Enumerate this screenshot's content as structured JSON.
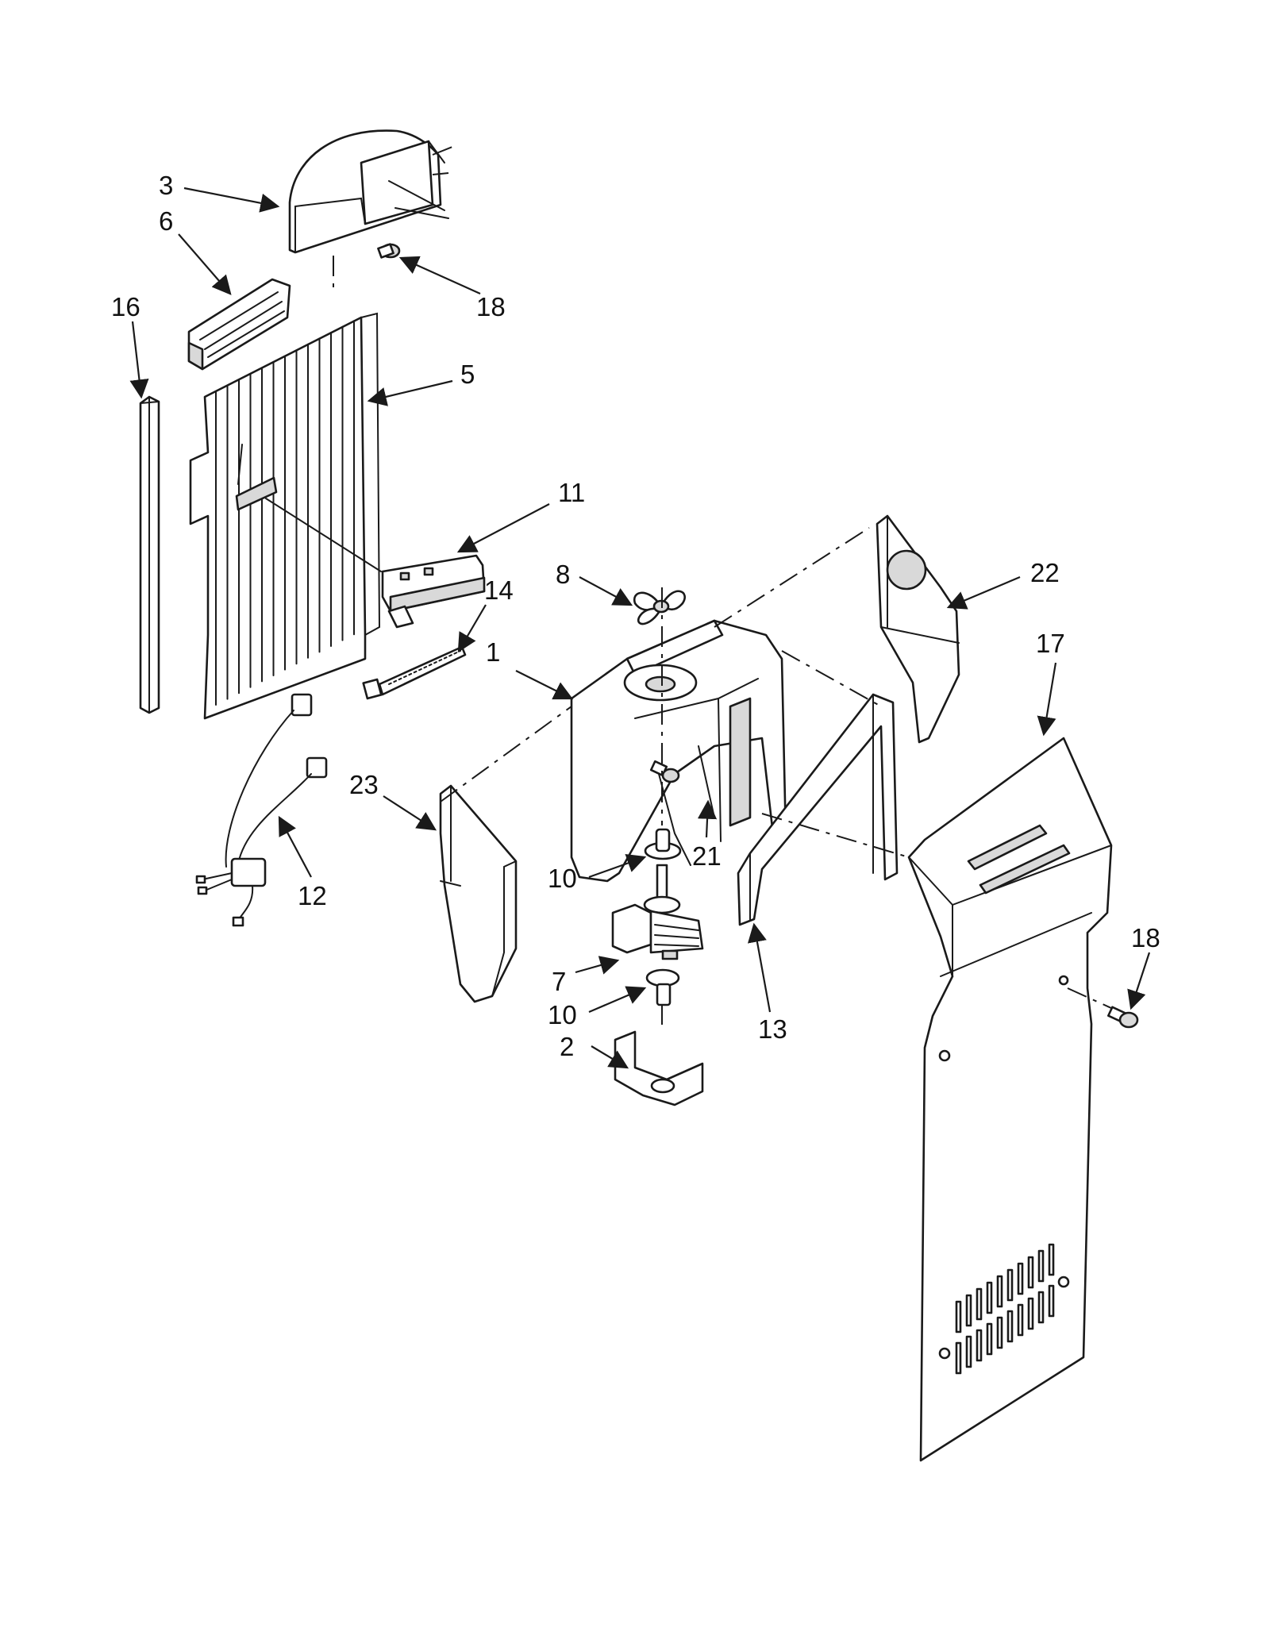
{
  "callouts": {
    "c1": "1",
    "c2": "2",
    "c3": "3",
    "c5": "5",
    "c6": "6",
    "c7": "7",
    "c8": "8",
    "c10a": "10",
    "c10b": "10",
    "c11": "11",
    "c12": "12",
    "c13": "13",
    "c14": "14",
    "c16": "16",
    "c17": "17",
    "c18a": "18",
    "c18b": "18",
    "c21": "21",
    "c22": "22",
    "c23": "23"
  },
  "icons": [
    "arrowhead"
  ]
}
